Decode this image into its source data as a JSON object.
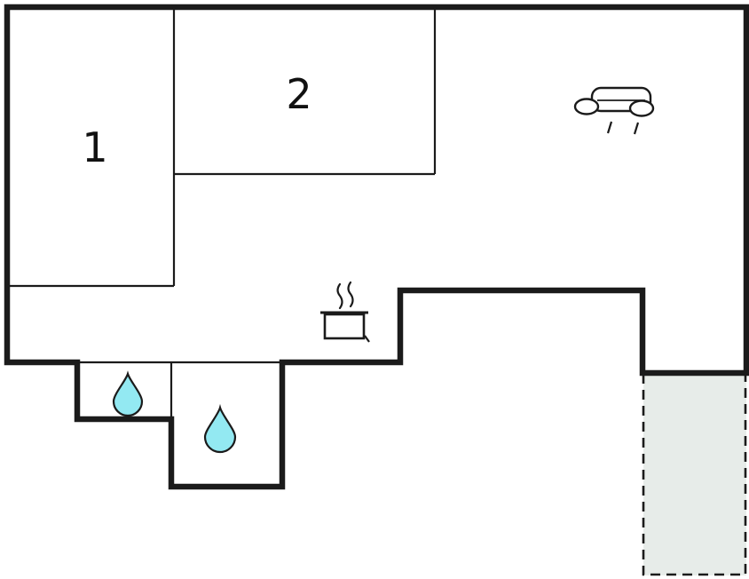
{
  "rooms": {
    "room1": {
      "label": "1"
    },
    "room2": {
      "label": "2"
    }
  },
  "icons": [
    {
      "name": "sofa-icon",
      "area": "living-room"
    },
    {
      "name": "cooking-pot-icon",
      "area": "kitchen"
    },
    {
      "name": "steam-icon",
      "area": "kitchen"
    },
    {
      "name": "water-drop-icon-small",
      "area": "wet-room-small"
    },
    {
      "name": "water-drop-icon-large",
      "area": "wet-room-large"
    },
    {
      "name": "terrace-dashed-area",
      "area": "outdoor"
    }
  ],
  "colors": {
    "wall": "#1b1b1b",
    "background": "#ffffff",
    "water_drop_fill": "#93e9f2",
    "terrace_fill": "#e7ece9",
    "label": "#111111"
  }
}
